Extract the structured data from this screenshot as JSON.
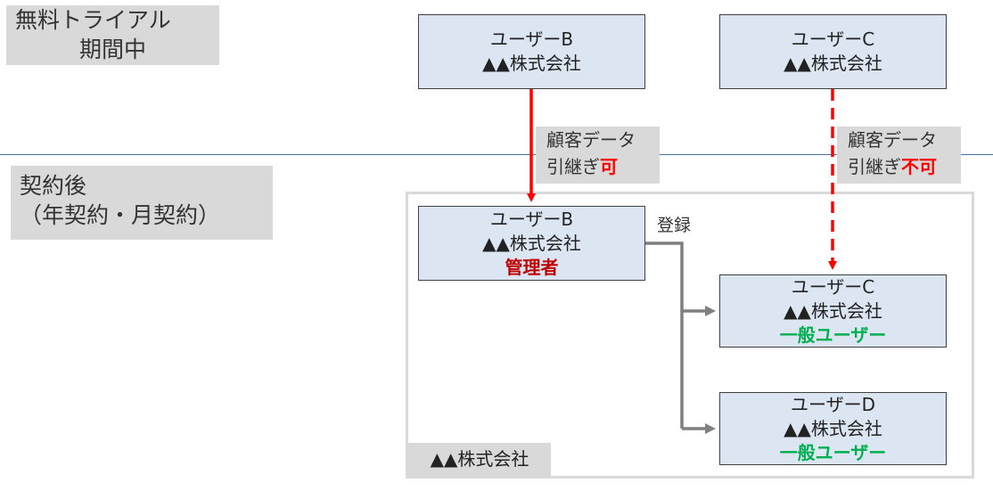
{
  "trial_label": [
    "無料トライアル",
    "期間中"
  ],
  "contract_label": [
    "契約後",
    "（年契約・月契約）"
  ],
  "company_name": "▲▲株式会社",
  "users": {
    "b_trial": {
      "name": "ユーザーB",
      "company": "▲▲株式会社"
    },
    "c_trial": {
      "name": "ユーザーC",
      "company": "▲▲株式会社"
    },
    "b_admin": {
      "name": "ユーザーB",
      "company": "▲▲株式会社",
      "role": "管理者"
    },
    "c_general": {
      "name": "ユーザーC",
      "company": "▲▲株式会社",
      "role": "一般ユーザー"
    },
    "d_general": {
      "name": "ユーザーD",
      "company": "▲▲株式会社",
      "role": "一般ユーザー"
    }
  },
  "data_transfer": {
    "allowed": {
      "line1": "顧客データ",
      "line2_prefix": "引継ぎ",
      "status": "可"
    },
    "denied": {
      "line1": "顧客データ",
      "line2_prefix": "引継ぎ",
      "status": "不可"
    }
  },
  "register_label": "登録",
  "colors": {
    "user_box_fill": "#dce6f2",
    "gray_label": "#d9d9d9",
    "red_arrow": "#ff0000",
    "admin_text": "#c00000",
    "general_text": "#00b050",
    "divider": "#4a6fa5",
    "register_arrow": "#7f7f7f"
  }
}
